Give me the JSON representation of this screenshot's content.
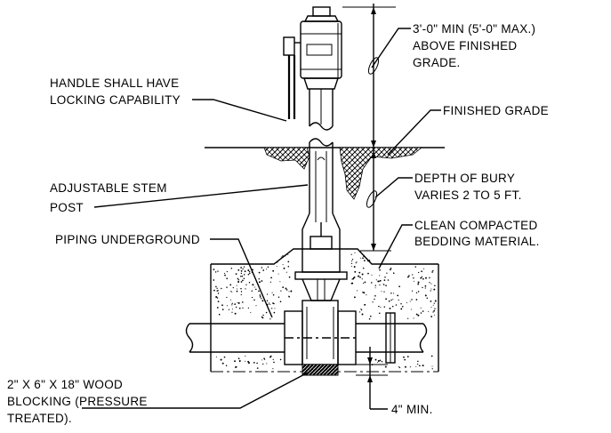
{
  "labels": {
    "height_line1": "3'-0\" MIN (5'-0\" MAX.)",
    "height_line2": "ABOVE FINISHED",
    "height_line3": "GRADE.",
    "handle_line1": "HANDLE SHALL HAVE",
    "handle_line2": "LOCKING CAPABILITY",
    "finished_grade": "FINISHED GRADE",
    "stem_line1": "ADJUSTABLE STEM",
    "stem_line2": "POST",
    "depth_line1": "DEPTH OF BURY",
    "depth_line2": "VARIES 2 TO 5 FT.",
    "bedding_line1": "CLEAN COMPACTED",
    "bedding_line2": "BEDDING MATERIAL.",
    "piping": "PIPING UNDERGROUND",
    "wood_line1": "2\" X 6\" X 18\" WOOD",
    "wood_line2": "BLOCKING (PRESSURE",
    "wood_line3": "TREATED).",
    "min_clearance": "4\" MIN."
  },
  "colors": {
    "ink": "#000000",
    "background": "#ffffff"
  }
}
